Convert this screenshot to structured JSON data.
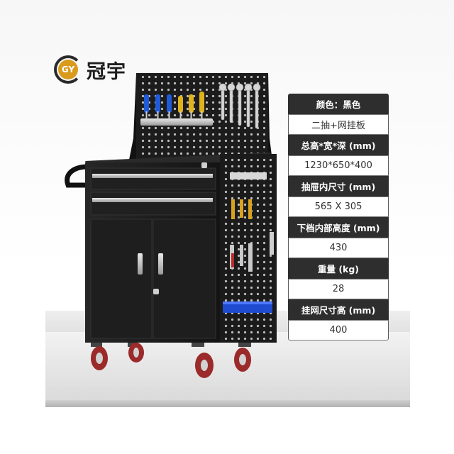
{
  "brand": {
    "mark_text": "GY",
    "name": "冠宇",
    "ring_color": "#2a2a2a",
    "accent_color": "#d99a1d"
  },
  "product_image": {
    "icon": "tool-cabinet-icon",
    "body_color": "#1f1f1f",
    "wheel_color": "#9b2a2a",
    "bin_color": "#1f4bd1"
  },
  "specs": [
    {
      "kind": "dark",
      "text": "颜色：黑色"
    },
    {
      "kind": "light",
      "text": "二抽+网挂板"
    },
    {
      "kind": "dark",
      "text": "总高*宽*深 (mm)"
    },
    {
      "kind": "light",
      "text": "1230*650*400"
    },
    {
      "kind": "dark",
      "text": "抽屉内尺寸 (mm)"
    },
    {
      "kind": "light",
      "text": "565 X 305"
    },
    {
      "kind": "dark",
      "text": "下档内部高度 (mm)"
    },
    {
      "kind": "light",
      "text": "430"
    },
    {
      "kind": "dark",
      "text": "重量 (kg)"
    },
    {
      "kind": "light",
      "text": "28"
    },
    {
      "kind": "dark",
      "text": "挂网尺寸高 (mm)"
    },
    {
      "kind": "light",
      "text": "400"
    }
  ]
}
